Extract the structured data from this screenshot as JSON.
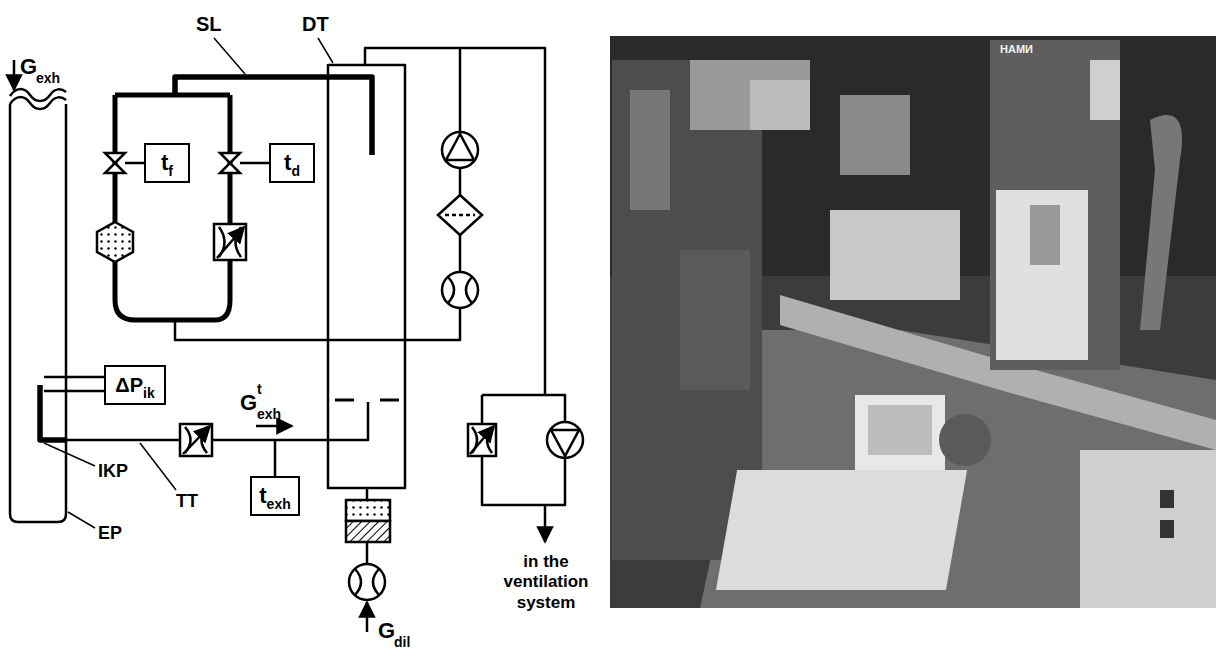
{
  "diagram": {
    "nodes": [
      {
        "text": [
          "t",
          "f"
        ]
      },
      {
        "text": [
          "t",
          "d"
        ]
      },
      {
        "text": [
          "ΔP",
          "ik"
        ]
      },
      {
        "text": [
          "t",
          "exh"
        ]
      }
    ],
    "labels": [
      "G",
      "exh",
      "SL",
      "DT",
      "G",
      "t",
      "exh",
      "IKP",
      "EP",
      "TT",
      "G",
      "dil",
      "in the ventilation system",
      "НАМИ"
    ]
  }
}
